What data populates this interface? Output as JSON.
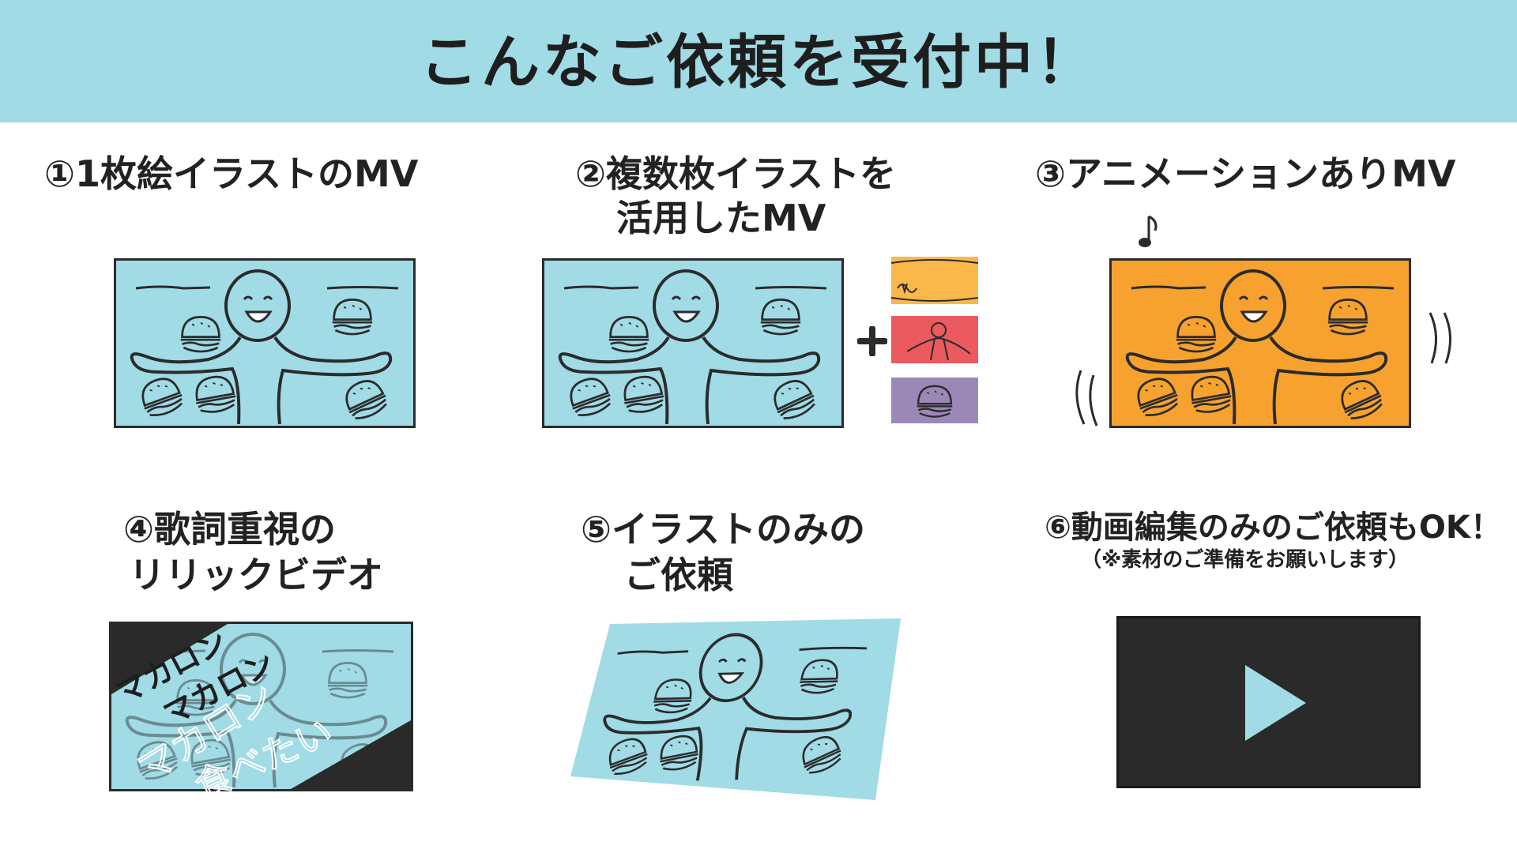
{
  "banner": {
    "title": "こんなご依頼を受付中！"
  },
  "colors": {
    "banner_bg": "#a0dbe6",
    "frame_blue": "#a0dbe6",
    "frame_orange": "#f7a22e",
    "thumb_orange": "#fbb84a",
    "thumb_red": "#ea5a5e",
    "thumb_purple": "#9b88b6",
    "video_dark": "#2a2a2a",
    "play": "#a0dbe6"
  },
  "items": [
    {
      "label_lines": [
        "①1枚絵イラストのMV"
      ]
    },
    {
      "label_lines": [
        "②複数枚イラストを",
        "活用したMV"
      ]
    },
    {
      "label_lines": [
        "③アニメーションありMV"
      ]
    },
    {
      "label_lines": [
        "④歌詞重視の",
        "リリックビデオ"
      ]
    },
    {
      "label_lines": [
        "⑤イラストのみの",
        "ご依頼"
      ]
    },
    {
      "label_lines": [
        "⑥動画編集のみのご依頼もOK！"
      ],
      "note": "（※素材のご準備をお願いします）"
    }
  ],
  "lyric_text": {
    "line1": "マカロン",
    "line2": "マカロン",
    "line3": "マカロン",
    "line4": "食べたい"
  },
  "icons": [
    "character-illustration",
    "hamburger-icon",
    "plus-icon",
    "music-note-icon",
    "motion-lines-icon",
    "play-icon"
  ]
}
